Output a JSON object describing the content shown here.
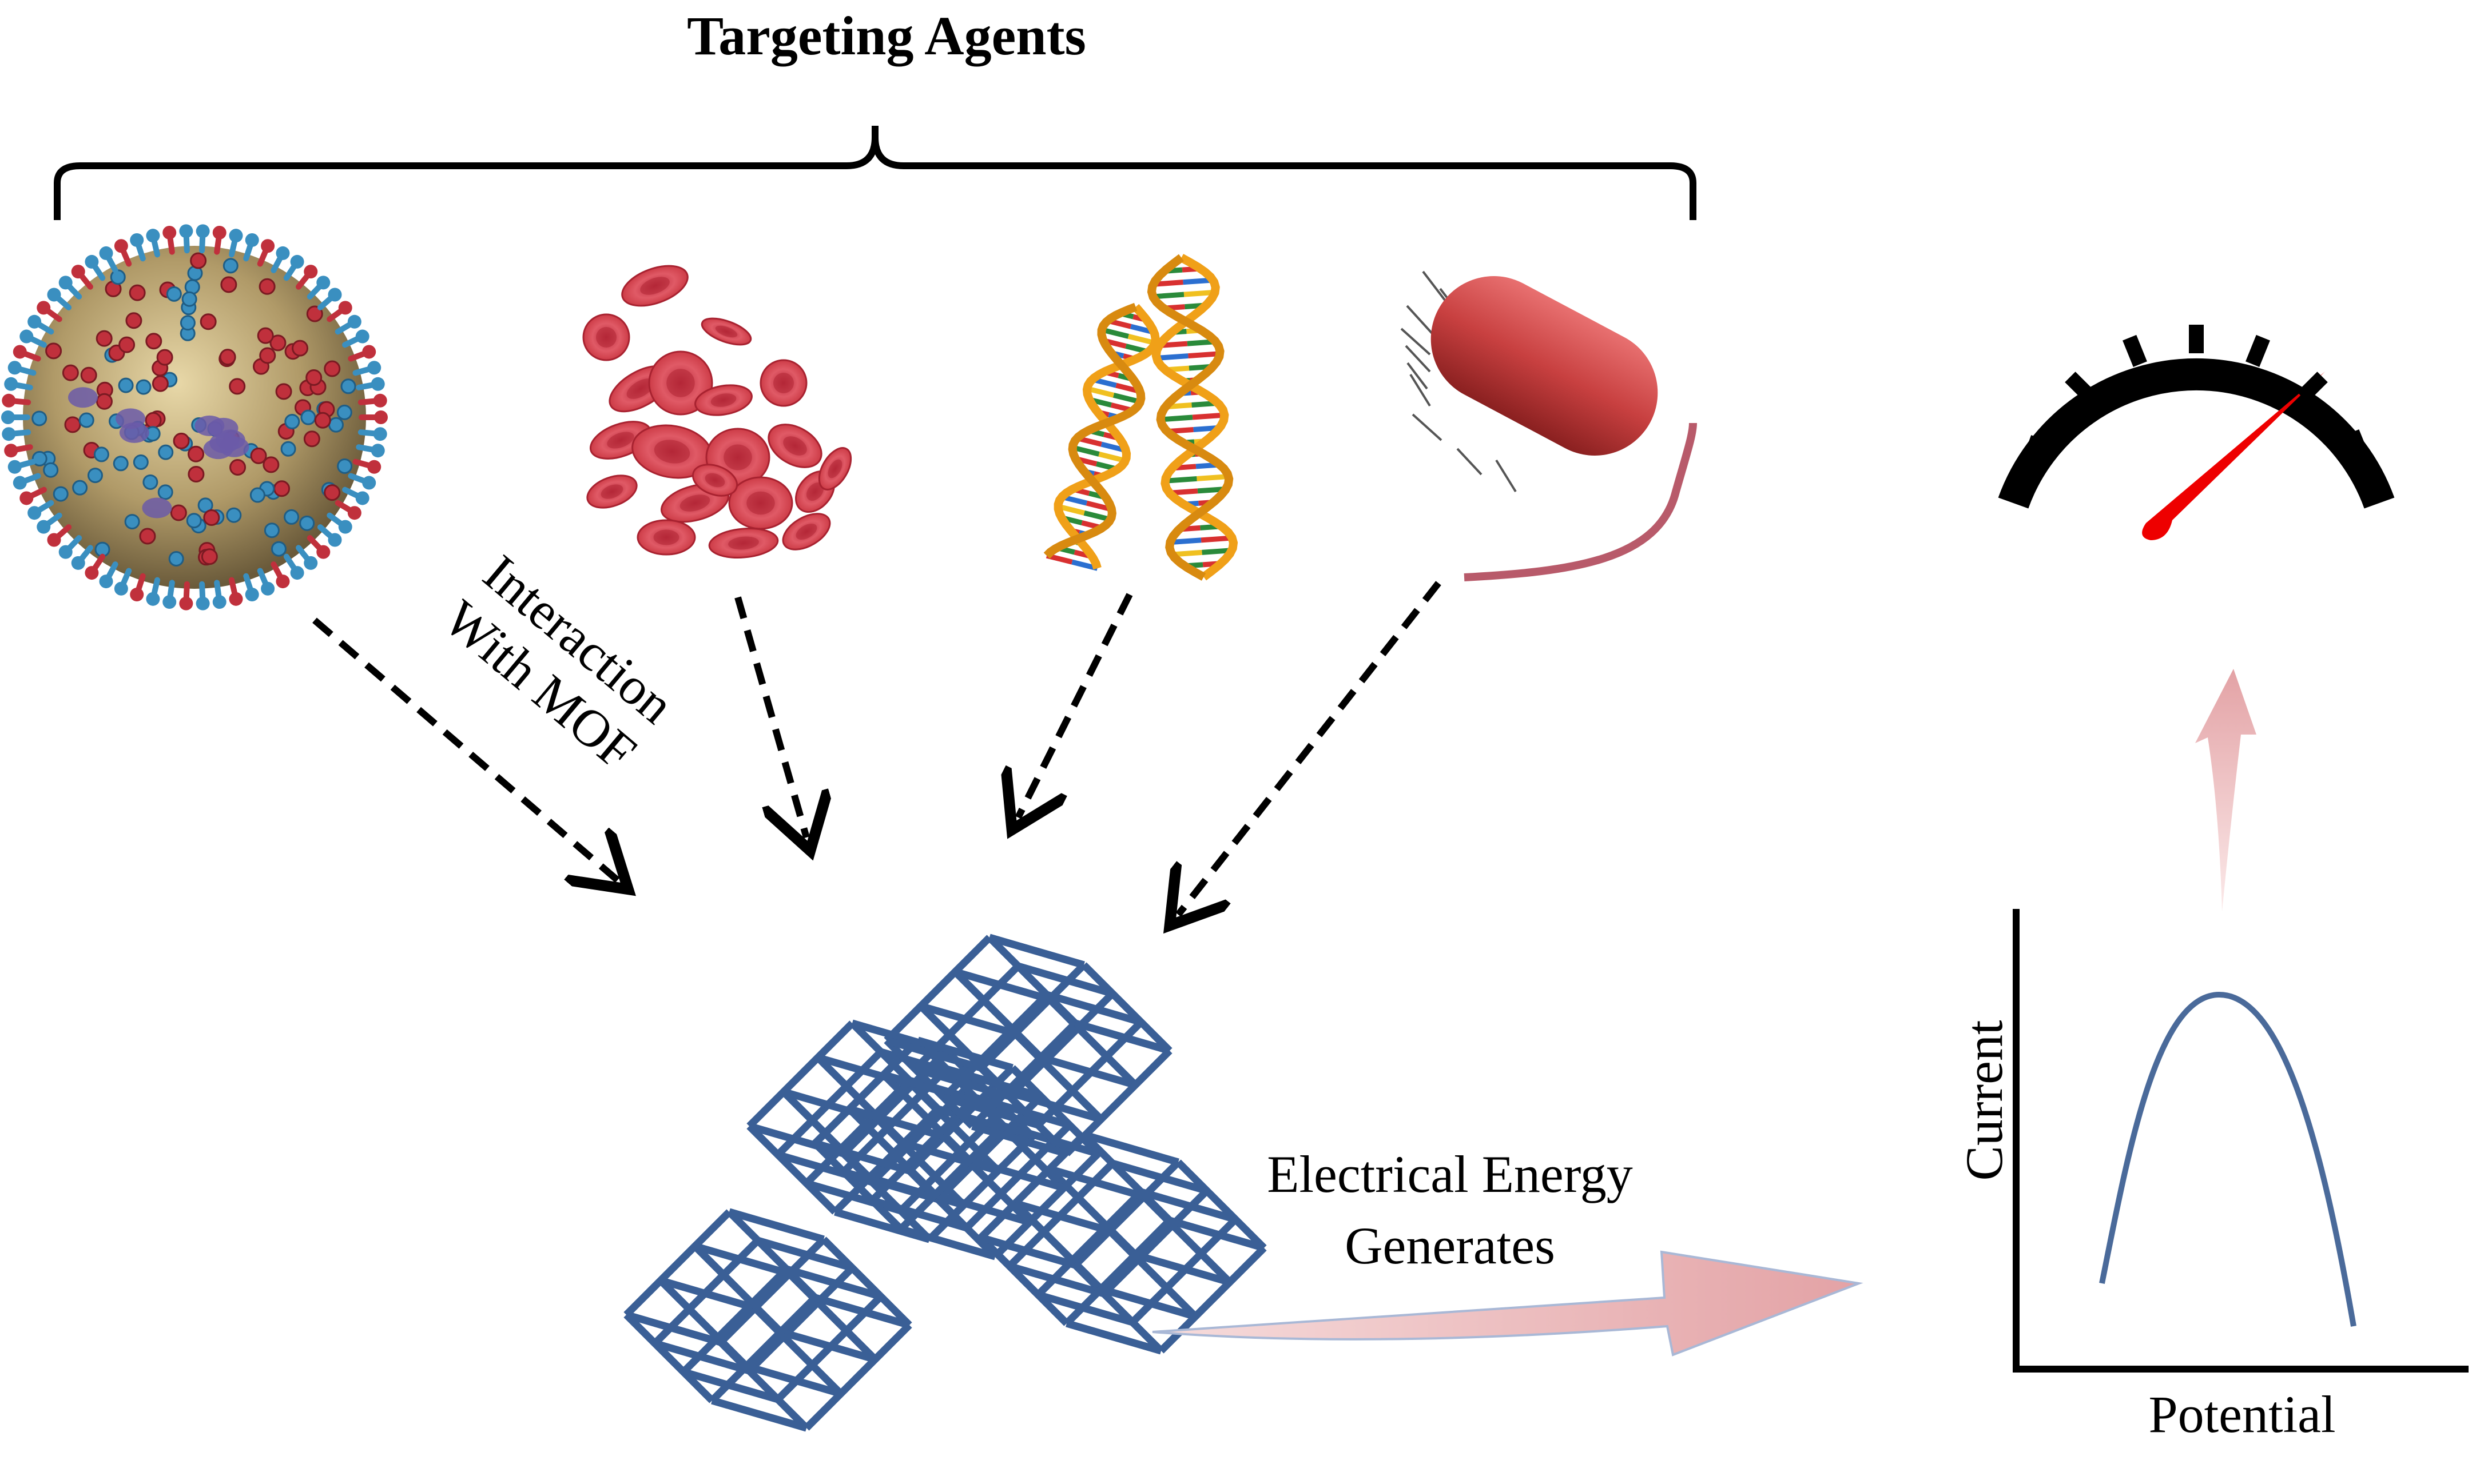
{
  "title": "Targeting Agents",
  "agents": [
    {
      "name": "virus"
    },
    {
      "name": "red-blood-cells"
    },
    {
      "name": "dna"
    },
    {
      "name": "bacterium"
    }
  ],
  "interaction_label": {
    "line1": "Interaction",
    "line2": "With MOF"
  },
  "energy_label": {
    "line1": "Electrical Energy",
    "line2": "Generates"
  },
  "graph": {
    "xlabel": "Potential",
    "ylabel": "Current"
  },
  "colors": {
    "mof": "#3a5f96",
    "curve": "#4a6a9a",
    "energy_arrow": "#e6a8ab",
    "gauge_needle": "#ee0000",
    "rbc": "#d8404c",
    "virus_spike_blue": "#3a8fc0",
    "virus_spike_red": "#c0303c"
  }
}
